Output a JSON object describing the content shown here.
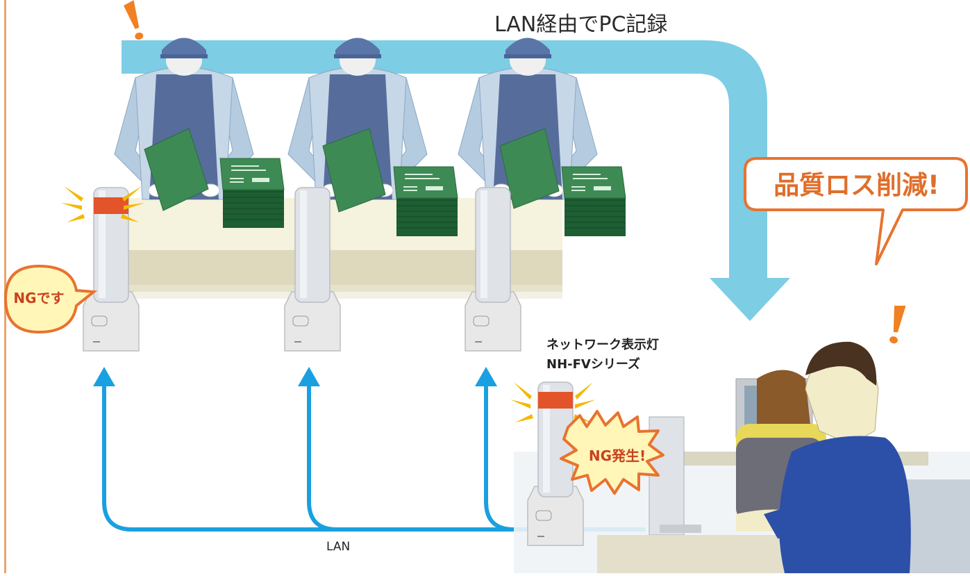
{
  "labels": {
    "pc_record": "LAN経由でPC記録",
    "lan": "LAN",
    "device_line1": "ネットワーク表示灯",
    "device_line2": "NH-FVシリーズ"
  },
  "callouts": {
    "quality_loss": "品質ロス削減!",
    "ng_desu": "NGです",
    "ng_hassei": "NG発生!"
  },
  "colors": {
    "arrow_blue": "#7dcde4",
    "lan_blue": "#1aa0e0",
    "accent_orange": "#e8732f",
    "alert_red": "#e3542a",
    "board_green": "#2e7d4a",
    "border_tan": "#e8a56b"
  },
  "icons": {
    "worker": "worker-figure",
    "signal_tower": "signal-tower-light",
    "alert": "exclamation-mark"
  }
}
